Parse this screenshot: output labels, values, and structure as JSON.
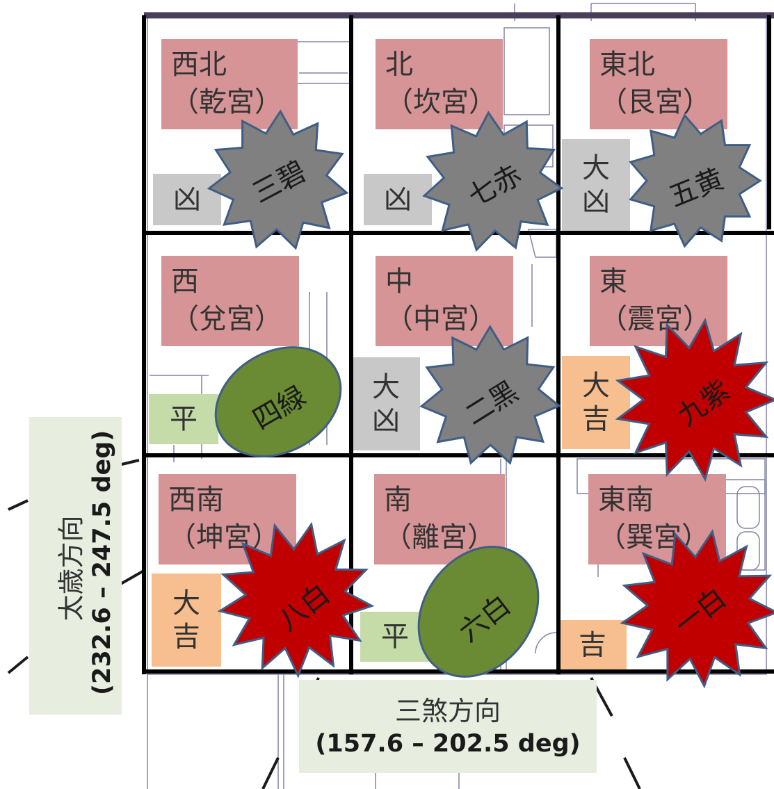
{
  "palaces": [
    {
      "id": "nw",
      "direction": "西北",
      "palace": "（乾宮）",
      "rating": [
        "凶"
      ],
      "rating_color": "#c8c8c8",
      "star": "三碧",
      "star_color": "#808080",
      "star_shape": "burst-gray"
    },
    {
      "id": "n",
      "direction": "北",
      "palace": "（坎宮）",
      "rating": [
        "凶"
      ],
      "rating_color": "#c8c8c8",
      "star": "七赤",
      "star_color": "#808080",
      "star_shape": "burst-gray"
    },
    {
      "id": "ne",
      "direction": "東北",
      "palace": "（艮宮）",
      "rating": [
        "大",
        "凶"
      ],
      "rating_color": "#c8c8c8",
      "star": "五黄",
      "star_color": "#808080",
      "star_shape": "burst-gray"
    },
    {
      "id": "w",
      "direction": "西",
      "palace": "（兌宮）",
      "rating": [
        "平"
      ],
      "rating_color": "#c5dca9",
      "star": "四緑",
      "star_color": "#6b8a34",
      "star_shape": "ellipse"
    },
    {
      "id": "c",
      "direction": "中",
      "palace": "（中宮）",
      "rating": [
        "大",
        "凶"
      ],
      "rating_color": "#c8c8c8",
      "star": "二黑",
      "star_color": "#808080",
      "star_shape": "burst-gray"
    },
    {
      "id": "e",
      "direction": "東",
      "palace": "（震宮）",
      "rating": [
        "大",
        "吉"
      ],
      "rating_color": "#f7be8f",
      "star": "九紫",
      "star_color": "#c00000",
      "star_shape": "burst-red"
    },
    {
      "id": "sw",
      "direction": "西南",
      "palace": "（坤宮）",
      "rating": [
        "大",
        "吉"
      ],
      "rating_color": "#f7be8f",
      "star": "八白",
      "star_color": "#c00000",
      "star_shape": "burst-red"
    },
    {
      "id": "s",
      "direction": "南",
      "palace": "（離宮）",
      "rating": [
        "平"
      ],
      "rating_color": "#c5dca9",
      "star": "六白",
      "star_color": "#6b8a34",
      "star_shape": "ellipse"
    },
    {
      "id": "se",
      "direction": "東南",
      "palace": "（巽宮）",
      "rating": [
        "吉"
      ],
      "rating_color": "#f7be8f",
      "star": "一白",
      "star_color": "#c00000",
      "star_shape": "burst-red"
    }
  ],
  "taisui": {
    "name": "太歳方向",
    "range": "(232.6 – 247.5 deg)"
  },
  "sansha": {
    "name": "三煞方向",
    "range": "(157.6 – 202.5 deg)"
  },
  "colors": {
    "palace_label": "#d69496",
    "grid": "#000000",
    "direction_box": "#e7eedf",
    "floorplan": "#5a5a8a"
  }
}
